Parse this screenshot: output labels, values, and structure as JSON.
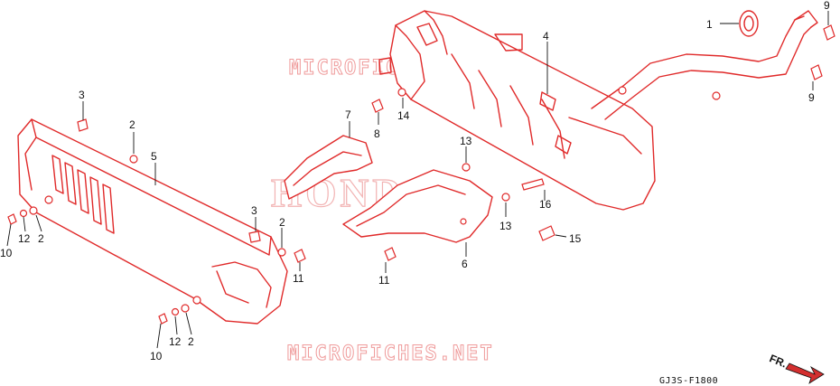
{
  "watermarks": {
    "site_top": "MICROFICHES.NET",
    "brand_center": "HONDA",
    "site_bottom": "MICROFICHES.NET"
  },
  "diagram_code": "GJ3S-F1800",
  "direction_label": "FR.",
  "callouts": [
    {
      "id": "c1",
      "text": "1"
    },
    {
      "id": "c2a",
      "text": "2"
    },
    {
      "id": "c2b",
      "text": "2"
    },
    {
      "id": "c2c",
      "text": "2"
    },
    {
      "id": "c2d",
      "text": "2"
    },
    {
      "id": "c3a",
      "text": "3"
    },
    {
      "id": "c3b",
      "text": "3"
    },
    {
      "id": "c4",
      "text": "4"
    },
    {
      "id": "c5",
      "text": "5"
    },
    {
      "id": "c6",
      "text": "6"
    },
    {
      "id": "c7",
      "text": "7"
    },
    {
      "id": "c8",
      "text": "8"
    },
    {
      "id": "c9a",
      "text": "9"
    },
    {
      "id": "c9b",
      "text": "9"
    },
    {
      "id": "c10a",
      "text": "10"
    },
    {
      "id": "c10b",
      "text": "10"
    },
    {
      "id": "c11a",
      "text": "11"
    },
    {
      "id": "c11b",
      "text": "11"
    },
    {
      "id": "c12a",
      "text": "12"
    },
    {
      "id": "c12b",
      "text": "12"
    },
    {
      "id": "c13a",
      "text": "13"
    },
    {
      "id": "c13b",
      "text": "13"
    },
    {
      "id": "c14",
      "text": "14"
    },
    {
      "id": "c15",
      "text": "15"
    },
    {
      "id": "c16",
      "text": "16"
    }
  ]
}
